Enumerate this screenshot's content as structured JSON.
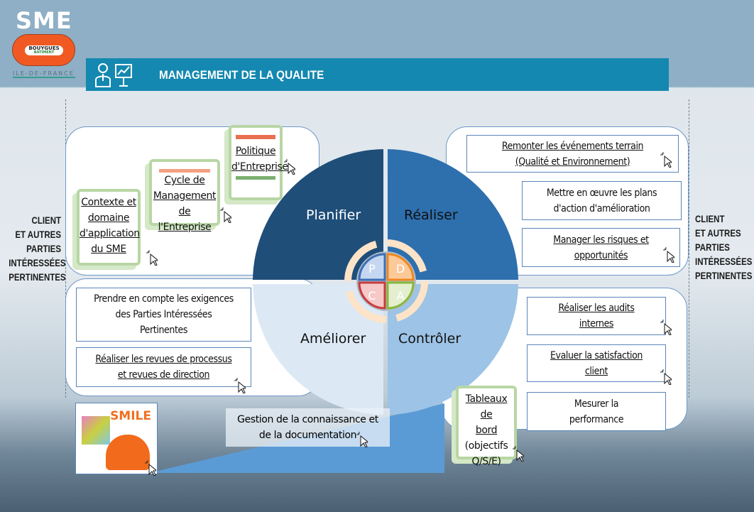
{
  "logo": {
    "sme": "SME",
    "brand_top": "BOUYGUES",
    "brand_bottom": "BATIMENT",
    "region": "ILE-DE-FRANCE"
  },
  "header": {
    "title": "MANAGEMENT DE LA QUALITE"
  },
  "side_labels": {
    "left": [
      "CLIENT",
      "ET AUTRES",
      "PARTIES",
      "INTÉRESSÉES",
      "PERTINENTES"
    ],
    "right": [
      "CLIENT",
      "ET AUTRES",
      "PARTIES",
      "INTÉRESSÉES",
      "PERTINENTES"
    ]
  },
  "pdca": {
    "letters": [
      "P",
      "D",
      "C",
      "A"
    ],
    "quadrants": {
      "plan": "Planifier",
      "do": "Réaliser",
      "act": "Améliorer",
      "check": "Contrôler"
    },
    "colors": {
      "plan": "#1f4e79",
      "do": "#2e6fae",
      "act": "#dce9f5",
      "check": "#9dc3e6",
      "wedge": "#5b9bd5"
    }
  },
  "plan_docs": {
    "politique": [
      "Politique",
      "d'Entreprise"
    ],
    "cycle": [
      "Cycle de",
      "Management",
      "de l'Entreprise"
    ],
    "contexte": [
      "Contexte et",
      "domaine",
      "d'application",
      "du SME"
    ]
  },
  "do_items": {
    "remonter": [
      "Remonter les événements terrain",
      "(Qualité et Environnement)"
    ],
    "mettre": [
      "Mettre en œuvre les plans",
      "d'action d'amélioration"
    ],
    "manager": [
      "Manager les risques et",
      "opportunités"
    ]
  },
  "act_items": {
    "prendre": [
      "Prendre en compte les exigences",
      "des Parties Intéressées",
      "Pertinentes"
    ],
    "revues": [
      "Réaliser les revues de processus",
      "et revues de direction"
    ]
  },
  "check_items": {
    "audits": [
      "Réaliser les audits",
      "internes"
    ],
    "satisfaction": [
      "Evaluer la satisfaction",
      "client"
    ],
    "mesurer": [
      "Mesurer la",
      "performance"
    ],
    "tableaux": [
      "Tableaux de",
      "bord",
      "(objectifs",
      "Q/S/E)"
    ]
  },
  "knowledge": {
    "lines": [
      "Gestion de la connaissance et",
      "de la documentation"
    ],
    "smile": "SMILE"
  }
}
